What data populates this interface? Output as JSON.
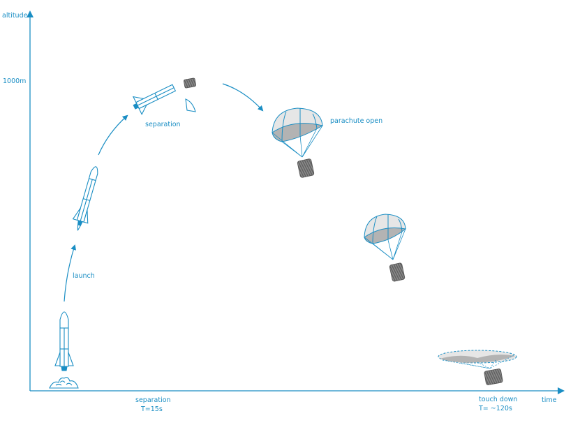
{
  "colors": {
    "accent": "#1a8ec4",
    "canopy_fill": "#e6e6e6",
    "canopy_inner": "#b3b3b3",
    "payload": "#7a7a7a"
  },
  "axes": {
    "y_label": "altitude",
    "x_label": "time",
    "y_tick": "1000m"
  },
  "annotations": {
    "launch": "launch",
    "separation": "separation",
    "parachute_open": "parachute open",
    "separation_time_line1": "separation",
    "separation_time_line2": "T=15s",
    "touchdown_line1": "touch down",
    "touchdown_line2": "T= ~120s"
  },
  "icons": [
    "rocket-on-pad-icon",
    "rocket-ascending-icon",
    "rocket-separation-icon",
    "parachute-icon",
    "payload-can-icon"
  ]
}
